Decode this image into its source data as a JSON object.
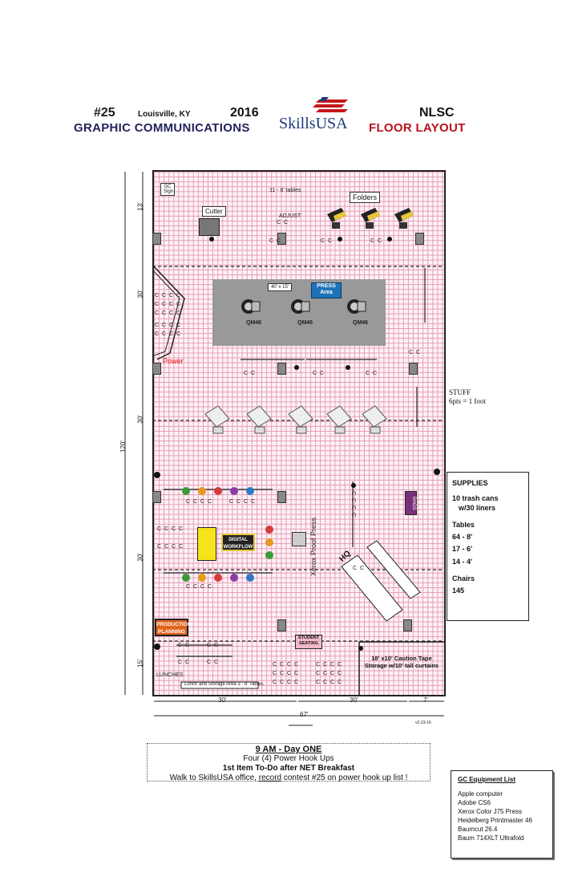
{
  "header": {
    "contest_number": "#25",
    "city": "Louisville, KY",
    "year": "2016",
    "contest_title": "GRAPHIC  COMMUNICATIONS",
    "logo_text": "SkillsUSA",
    "nlsc": "NLSC",
    "floor_layout": "FLOOR  LAYOUT"
  },
  "floor": {
    "top_tables": "11 - 6' tables",
    "gc_sign": "GC Sign",
    "cutter": "Cutter",
    "adjust": "ADJUST",
    "folders": "Folders",
    "press_size": "40' x 15'",
    "press_area": "PRESS Area",
    "qm_label": "QM46",
    "power": "Power",
    "xerox": "Xerox Proof Press",
    "hq": "HQ",
    "bags": "BAGS",
    "digital_workflow": "DIGITAL WORKFLOW",
    "production_planning": "PRODUCTION PLANNING",
    "student_seating": "STUDENT SEATING",
    "caution": "18' x10' Caution Tape Storage w/10' tall curtains",
    "lunches": "LUNCHES",
    "lunch_storage": "Lunch and Storage Area    3 - 8' Tables",
    "version": "v2-23-16",
    "chair_row": "C C C C",
    "chair_single": "C",
    "chair_pair": "C  C"
  },
  "dimensions": {
    "left_13": "13'",
    "left_30a": "30'",
    "left_120": "120'",
    "left_30b": "30'",
    "left_30c": "30'",
    "left_15": "15'",
    "bottom_30a": "30'",
    "bottom_30b": "30'",
    "bottom_7": "7'",
    "bottom_67": "67'"
  },
  "scale_note": {
    "line1": "STUFF",
    "line2": "6pts = 1 foot"
  },
  "supplies": {
    "title": "SUPPLIES",
    "trash": "10 trash cans",
    "liners": "w/30 liners",
    "tables_title": "Tables",
    "t1": "64 - 8'",
    "t2": "17 - 6'",
    "t3": "14 - 4'",
    "chairs_title": "Chairs",
    "chairs": "145"
  },
  "notes": {
    "line1": "9 AM - Day ONE",
    "line2": "Four (4) Power Hook Ups",
    "line3": "1st Item To-Do after NET Breakfast",
    "line4a": "Walk to SkillsUSA office, ",
    "line4b": "record",
    "line4c": " contest #25 on power hook up list !"
  },
  "equipment": {
    "title": "GC  Equipment List",
    "items": [
      "Apple computer",
      "Adobe CS6",
      "Xerox Color J75 Press",
      "Heidelberg Printmaster 46",
      "Baumcut 26.4",
      "Baum 714XLT Ultrafold"
    ]
  },
  "colors": {
    "title_blue": "#23235e",
    "title_red": "#b8121d",
    "grid_pink": "#e59ab4",
    "press_blue": "#1e73b8",
    "production_orange": "#e0641b",
    "bags_purple": "#7a2f7a"
  }
}
